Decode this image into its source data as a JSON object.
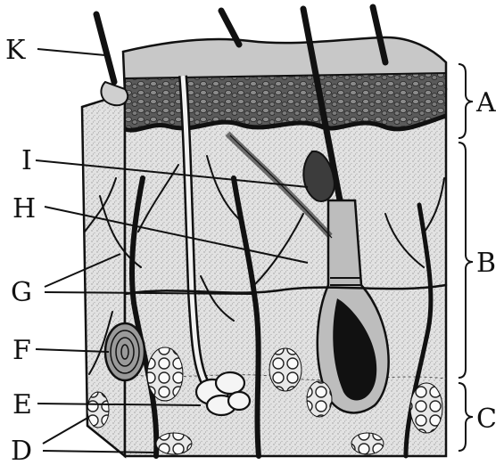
{
  "figure": {
    "labels": {
      "K": "K",
      "A": "A",
      "I": "I",
      "H": "H",
      "B": "B",
      "G": "G",
      "F": "F",
      "E": "E",
      "C": "C",
      "D": "D"
    },
    "colors": {
      "ink": "#111111",
      "tissue": "#d9d9d9",
      "epidermis_dark": "#3a3a3a",
      "surface": "#c8c8c8",
      "background": "#ffffff"
    }
  }
}
